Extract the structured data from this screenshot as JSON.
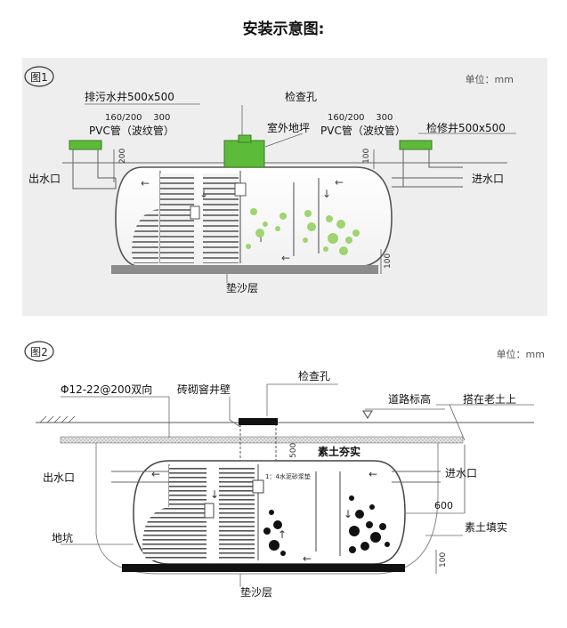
{
  "title": "安装示意图:",
  "fig1": {
    "badge": "图1",
    "unit": "单位：mm",
    "labels": {
      "manhole_left": "排污水井500x500",
      "pvc_sizes_left": "160/200    300",
      "pvc_left": "PVC管（波纹管）",
      "inspection_hole": "检查孔",
      "outdoor_ground": "室外地坪",
      "pvc_sizes_right": "160/200    300",
      "pvc_right": "PVC管（波纹管）",
      "manhole_right": "检修井500x500",
      "outlet": "出水口",
      "inlet": "进水口",
      "sand_layer": "垫沙层",
      "dim_200": "200",
      "dim_100_top": "100",
      "dim_100_side": "100"
    }
  },
  "fig2": {
    "badge": "图2",
    "unit": "单位：mm",
    "labels": {
      "rebar": "Φ12-22@200双向",
      "brick_wall": "砖砌窨井壁",
      "inspection_hole": "检查孔",
      "road_level": "道路标高",
      "old_soil": "搭在老土上",
      "compacted": "素土夯实",
      "dim_500": "500",
      "mortar": "1：4水泥砂浆垫",
      "outlet": "出水口",
      "inlet": "进水口",
      "dim_600": "600",
      "fill": "素土填实",
      "pit": "地坑",
      "dim_100": "100",
      "sand_layer": "垫沙层"
    }
  },
  "colors": {
    "fig1_bg": "#eeeeee",
    "green_lid": "#5dbb3a",
    "bubble_green": "#9fd46f",
    "sand": "#8c8c8c",
    "fig2_base": "#111111"
  }
}
